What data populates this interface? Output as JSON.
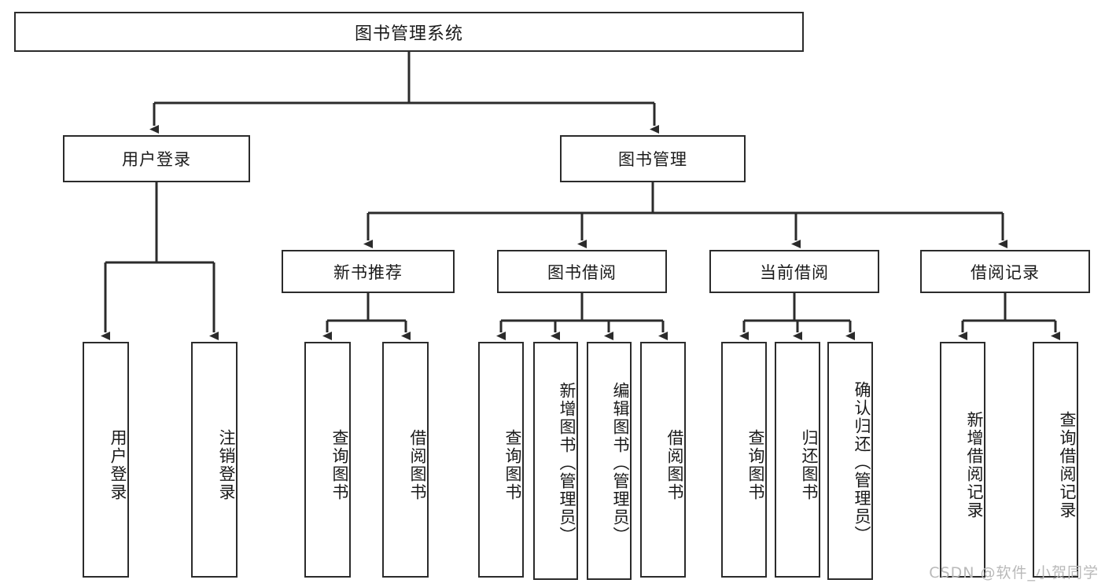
{
  "diagram": {
    "title": "图书管理系统",
    "watermark": "CSDN @软件_小贺同学",
    "stroke_color": "#2b2b2b",
    "fill_color": "#ffffff",
    "text_color": "#1a1a1a",
    "watermark_color": "#b9b9b9",
    "type": "tree",
    "root": {
      "label": "图书管理系统",
      "children": [
        {
          "label": "用户登录",
          "children": [
            {
              "label": "用户登录"
            },
            {
              "label": "注销登录"
            }
          ]
        },
        {
          "label": "图书管理",
          "children": [
            {
              "label": "新书推荐",
              "children": [
                {
                  "label": "查询图书"
                },
                {
                  "label": "借阅图书"
                }
              ]
            },
            {
              "label": "图书借阅",
              "children": [
                {
                  "label": "查询图书"
                },
                {
                  "label": "新增图书（管理员）"
                },
                {
                  "label": "编辑图书（管理员）"
                },
                {
                  "label": "借阅图书"
                }
              ]
            },
            {
              "label": "当前借阅",
              "children": [
                {
                  "label": "查询图书"
                },
                {
                  "label": "归还图书"
                },
                {
                  "label": "确认归还（管理员）"
                }
              ]
            },
            {
              "label": "借阅记录",
              "children": [
                {
                  "label": "新增借阅记录"
                },
                {
                  "label": "查询借阅记录"
                }
              ]
            }
          ]
        }
      ]
    },
    "nodes": {
      "root": {
        "label": "图书管理系统"
      },
      "l2_user": {
        "label": "用户登录"
      },
      "l2_book": {
        "label": "图书管理"
      },
      "l3_newbook": {
        "label": "新书推荐"
      },
      "l3_borrow": {
        "label": "图书借阅"
      },
      "l3_current": {
        "label": "当前借阅"
      },
      "l3_record": {
        "label": "借阅记录"
      },
      "leaf_user_login": {
        "label": "用户登录"
      },
      "leaf_user_logout": {
        "label": "注销登录"
      },
      "leaf_new_query": {
        "label": "查询图书"
      },
      "leaf_new_borrow": {
        "label": "借阅图书"
      },
      "leaf_b_query": {
        "label": "查询图书"
      },
      "leaf_b_add": {
        "label": "新增图书（管理员）"
      },
      "leaf_b_edit": {
        "label": "编辑图书（管理员）"
      },
      "leaf_b_borrow": {
        "label": "借阅图书"
      },
      "leaf_c_query": {
        "label": "查询图书"
      },
      "leaf_c_return": {
        "label": "归还图书"
      },
      "leaf_c_confirm": {
        "label": "确认归还（管理员）"
      },
      "leaf_r_add": {
        "label": "新增借阅记录"
      },
      "leaf_r_query": {
        "label": "查询借阅记录"
      }
    }
  }
}
